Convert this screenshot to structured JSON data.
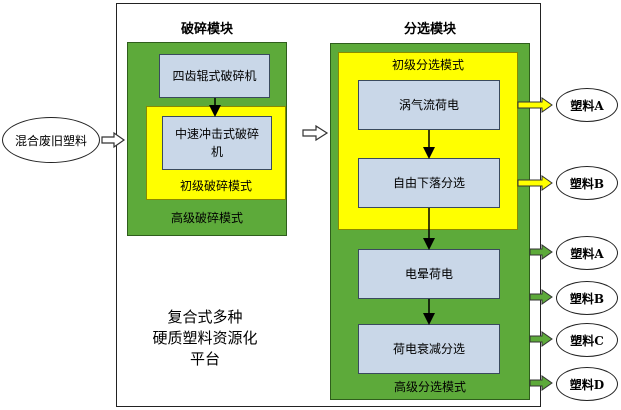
{
  "input": "混合废旧塑料",
  "crushing": {
    "title": "破碎模块",
    "advanced_mode": "高级破碎模式",
    "primary_mode": "初级破碎模式",
    "roller": "四齿辊式破碎机",
    "impact": "中速冲击式破碎机"
  },
  "sorting": {
    "title": "分选模块",
    "primary_mode": "初级分选模式",
    "advanced_mode": "高级分选模式",
    "eddy": "涡气流荷电",
    "freefall": "自由下落分选",
    "corona": "电晕荷电",
    "decay": "荷电衰减分选"
  },
  "outputs": {
    "a1": "塑料A",
    "b1": "塑料B",
    "a2": "塑料A",
    "b2": "塑料B",
    "c": "塑料C",
    "d": "塑料D"
  },
  "platform": [
    "复合式多种",
    "硬质塑料资源化",
    "平台"
  ],
  "colors": {
    "green": "#5daa3a",
    "yellow": "#ffff00",
    "process_box": "#c9d7e8",
    "arrow_outline": "#333333"
  }
}
